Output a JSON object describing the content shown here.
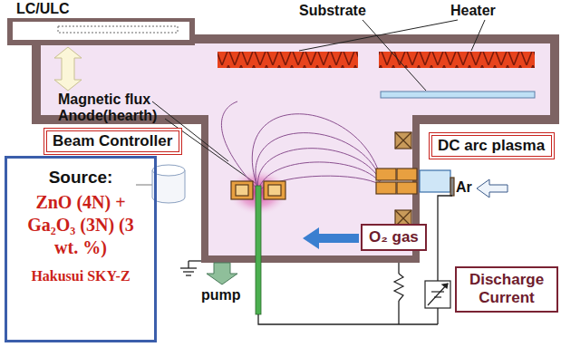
{
  "diagram": {
    "nodes": [
      {
        "text": [
          "DC arc plasma"
        ]
      },
      {
        "text": [
          "Beam Controller"
        ]
      },
      {
        "text": [
          "Source:",
          "ZnO (4N) + Ga₂O₃ (3N) (3 wt. %)",
          "Hakusui SKY-Z"
        ]
      },
      {
        "text": [
          "O₂ gas"
        ]
      },
      {
        "text": [
          "Discharge Current"
        ]
      }
    ],
    "labels": [
      "LC/ULC",
      "Substrate",
      "Heater",
      "Magnetic flux",
      "Anode(hearth)",
      "Ar",
      "pump"
    ]
  }
}
